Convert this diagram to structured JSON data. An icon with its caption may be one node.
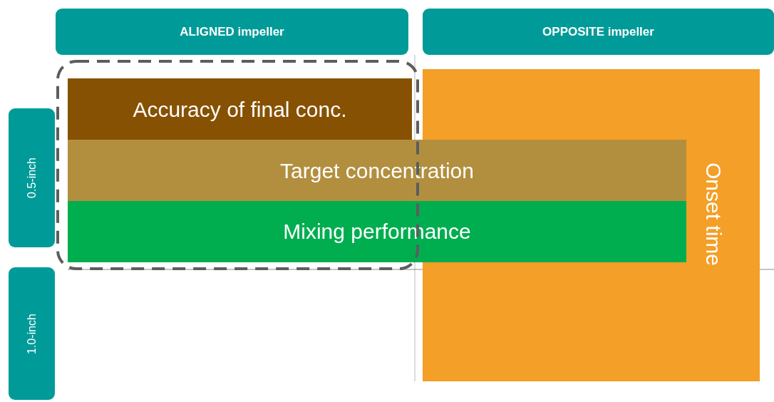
{
  "diagram": {
    "nodes": [
      {
        "text": [
          "ALIGNED impeller"
        ]
      },
      {
        "text": [
          "OPPOSITE impeller"
        ]
      },
      {
        "text": [
          "0.5-inch"
        ]
      },
      {
        "text": [
          "1.0-inch"
        ]
      },
      {
        "text": [
          "Onset time"
        ]
      },
      {
        "text": [
          "Accuracy of final conc."
        ]
      },
      {
        "text": [
          "Target concentration"
        ]
      },
      {
        "text": [
          "Mixing performance"
        ]
      }
    ]
  }
}
